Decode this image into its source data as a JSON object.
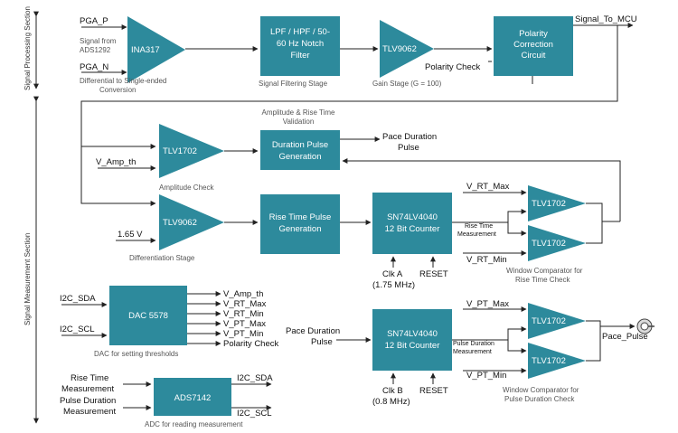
{
  "sections": {
    "processing": "Signal Processing Section",
    "measurement": "Signal Measurement Section"
  },
  "processing": {
    "ina": {
      "label": "INA317",
      "caption_1": "Differential to Single-ended",
      "caption_2": "Conversion"
    },
    "pga_p": "PGA_P",
    "pga_n": "PGA_N",
    "source_1": "Signal from",
    "source_2": "ADS1292",
    "filter": {
      "line1": "LPF / HPF / 50-",
      "line2": "60 Hz Notch",
      "line3": "Filter",
      "caption": "Signal Filtering Stage"
    },
    "gain": {
      "label": "TLV9062",
      "caption": "Gain Stage (G = 100)"
    },
    "polarity": {
      "line1": "Polarity",
      "line2": "Correction",
      "line3": "Circuit",
      "check_input": "Polarity Check"
    },
    "output": "Signal_To_MCU"
  },
  "amplitude": {
    "caption_1": "Amplitude & Rise Time",
    "caption_2": "Validation",
    "comparator": "TLV1702",
    "threshold": "V_Amp_th",
    "caption": "Amplitude Check",
    "duration_block": {
      "line1": "Duration Pulse",
      "line2": "Generation"
    },
    "pace_output_1": "Pace Duration",
    "pace_output_2": "Pulse"
  },
  "differentiation": {
    "label": "TLV9062",
    "ref": "1.65 V",
    "caption": "Differentiation Stage",
    "rise_block": {
      "line1": "Rise Time Pulse",
      "line2": "Generation"
    }
  },
  "counter_a": {
    "line1": "SN74LV4040",
    "line2": "12 Bit Counter",
    "clk_1": "Clk A",
    "clk_2": "(1.75 MHz)",
    "reset": "RESET"
  },
  "window_rt": {
    "max": "V_RT_Max",
    "min": "V_RT_Min",
    "comp_top": "TLV1702",
    "comp_bottom": "TLV1702",
    "meas_1": "Rise Time",
    "meas_2": "Measurement",
    "caption_1": "Window Comparator for",
    "caption_2": "Rise Time Check"
  },
  "dac": {
    "label": "DAC 5578",
    "i2c_sda": "I2C_SDA",
    "i2c_scl": "I2C_SCL",
    "outputs": [
      "V_Amp_th",
      "V_RT_Max",
      "V_RT_Min",
      "V_PT_Max",
      "V_PT_Min",
      "Polarity Check"
    ],
    "caption": "DAC for setting thresholds"
  },
  "counter_b": {
    "input_1": "Pace Duration",
    "input_2": "Pulse",
    "line1": "SN74LV4040",
    "line2": "12 Bit Counter",
    "clk_1": "Clk B",
    "clk_2": "(0.8 MHz)",
    "reset": "RESET"
  },
  "window_pt": {
    "max": "V_PT_Max",
    "min": "V_PT_Min",
    "comp_top": "TLV1702",
    "comp_bottom": "TLV1702",
    "meas_1": "Pulse Duration",
    "meas_2": "Measurement",
    "output": "Pace_Pulse",
    "caption_1": "Window Comparator for",
    "caption_2": "Pulse Duration Check"
  },
  "adc": {
    "label": "ADS7142",
    "in1_1": "Rise Time",
    "in1_2": "Measurement",
    "in2_1": "Pulse Duration",
    "in2_2": "Measurement",
    "i2c_sda": "I2C_SDA",
    "i2c_scl": "I2C_SCL",
    "caption": "ADC for reading measurement"
  }
}
